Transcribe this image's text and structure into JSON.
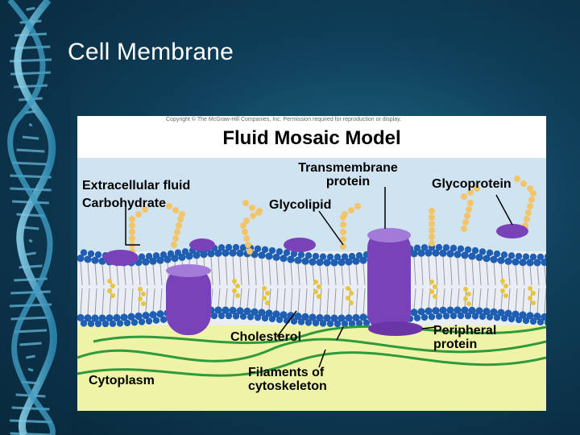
{
  "slide": {
    "title": "Cell Membrane"
  },
  "figure": {
    "copyright": "Copyright © The McGraw-Hill Companies, Inc. Permission required for reproduction or display.",
    "title": "Fluid Mosaic Model",
    "labels": {
      "extracellular_fluid": "Extracellular fluid",
      "carbohydrate": "Carbohydrate",
      "transmembrane_line1": "Transmembrane",
      "transmembrane_line2": "protein",
      "glycoprotein": "Glycoprotein",
      "glycolipid": "Glycolipid",
      "cholesterol": "Cholesterol",
      "peripheral_line1": "Peripheral",
      "peripheral_line2": "protein",
      "cytoplasm": "Cytoplasm",
      "filaments_line1": "Filaments of",
      "filaments_line2": "cytoskeleton"
    }
  },
  "colors": {
    "background": "#0f3f5a",
    "title_text": "#ffffff",
    "extracellular": "#cfe3f1",
    "phospholipid_head": "#1f5fb3",
    "protein": "#7a42b8",
    "carbohydrate": "#f2c56a",
    "cholesterol": "#e8c53a",
    "cytoplasm": "#eef3a8",
    "filaments": "#2f9a3a"
  }
}
